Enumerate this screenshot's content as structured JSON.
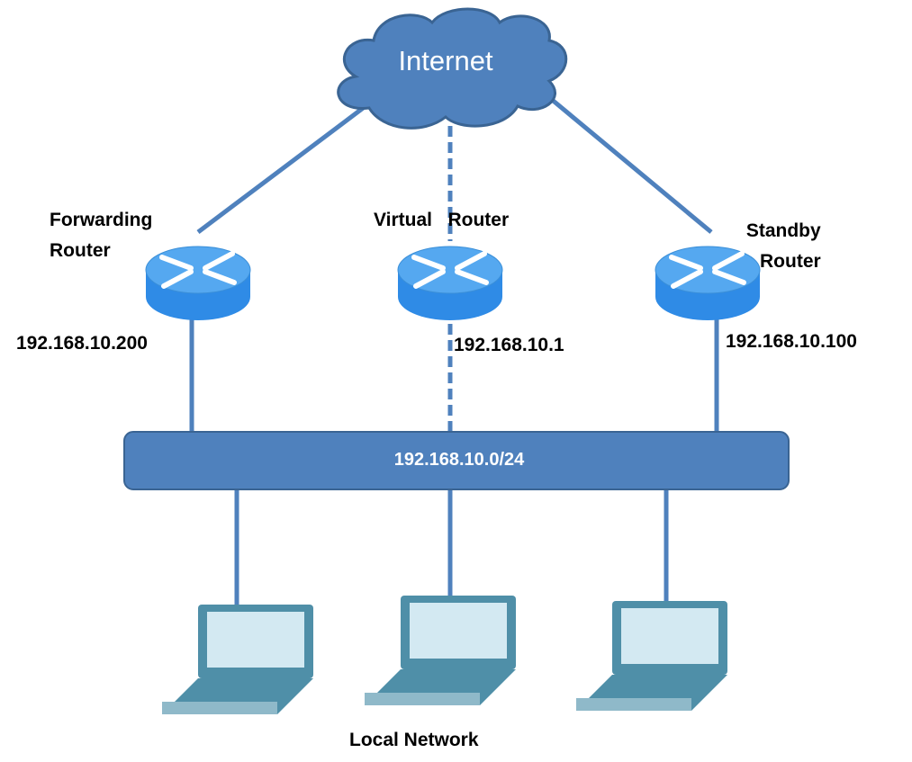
{
  "diagram": {
    "cloud": {
      "label": "Internet",
      "color": "#4f81bd"
    },
    "routers": [
      {
        "role": "forwarding",
        "name_line1": "Forwarding",
        "name_line2": "Router",
        "ip": "192.168.10.200"
      },
      {
        "role": "virtual",
        "name_line1": "Virtual",
        "name_line2": "Router",
        "ip": "192.168.10.1"
      },
      {
        "role": "standby",
        "name_line1": "Standby",
        "name_line2": "Router",
        "ip": "192.168.10.100"
      }
    ],
    "subnet": {
      "label": "192.168.10.0/24"
    },
    "hosts_caption": "Local Network",
    "colors": {
      "link": "#4f81bd",
      "router_top": "#55a8f0",
      "router_side": "#2f8be6",
      "laptop": "#4f8fa8",
      "laptop_screen": "#d3e9f2"
    }
  }
}
